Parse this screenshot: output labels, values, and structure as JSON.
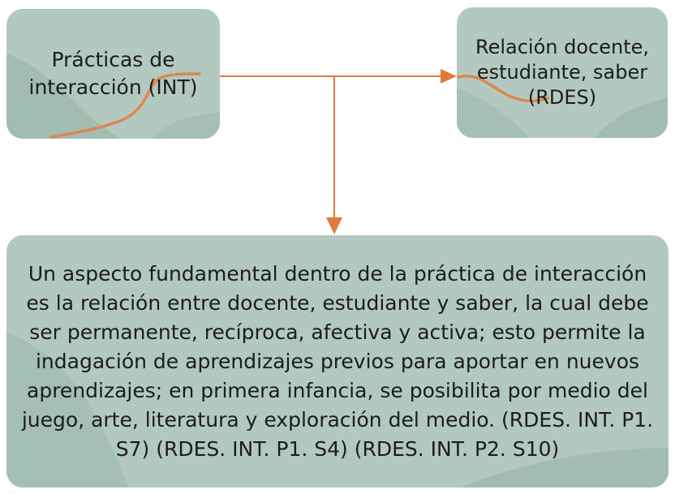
{
  "nodes": {
    "int": "Prácticas de interacción (INT)",
    "rdes": "Relación docente, estudiante, saber (RDES)",
    "main": "Un aspecto fundamental dentro de la práctica de interacción es la relación entre docente, estudiante y saber, la cual debe ser permanente, recíproca, afectiva y activa; esto permite la indagación de aprendizajes previos para aportar en nuevos aprendizajes; en primera infancia, se posibilita por medio del juego, arte, literatura y exploración del medio. (RDES. INT. P1. S7) (RDES. INT. P1. S4) (RDES. INT. P2. S10)"
  },
  "colors": {
    "box_fill": "#b3c9bf",
    "box_shade": "#99b3a8",
    "connector": "#e07a3c",
    "squiggle": "#d9894e",
    "text": "#1c1c1c"
  }
}
